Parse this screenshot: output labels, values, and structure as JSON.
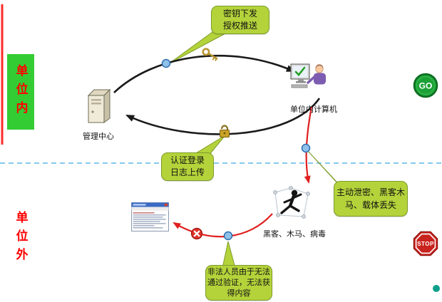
{
  "zones": {
    "inside": {
      "label": "单位内"
    },
    "outside": {
      "label": "单位外"
    }
  },
  "nodes": {
    "management_center": {
      "label": "管理中心"
    },
    "internal_computer": {
      "label": "单位内计算机"
    },
    "threats": {
      "label": "黑客、木马、病毒"
    }
  },
  "callouts": {
    "key_push": {
      "lines": [
        "密钥下发",
        "授权推送"
      ]
    },
    "auth_login": {
      "lines": [
        "认证登录",
        "日志上传"
      ]
    },
    "leak_risk": {
      "lines": [
        "主动泄密、黑客木",
        "马、载体丢失"
      ]
    },
    "blocked_access": {
      "lines": [
        "非法人员由于无法",
        "通过验证，无法获",
        "得内容"
      ]
    }
  },
  "signs": {
    "go": "GO",
    "stop": "STOP"
  },
  "colors": {
    "callout_fill": "#B4D33B",
    "callout_border": "#7E9C2A",
    "zone_inside_bg": "#33CC33",
    "zone_text": "#FF0000",
    "arrow_black": "#1A1A1A",
    "arrow_red": "#E02020",
    "node_fill": "#8FC1E9",
    "node_border": "#2F6FAF",
    "go_green": "#1BA135",
    "stop_red": "#C8231E",
    "divider_blue": "#3FA9DC",
    "left_bar_red": "#FF2A2A"
  }
}
